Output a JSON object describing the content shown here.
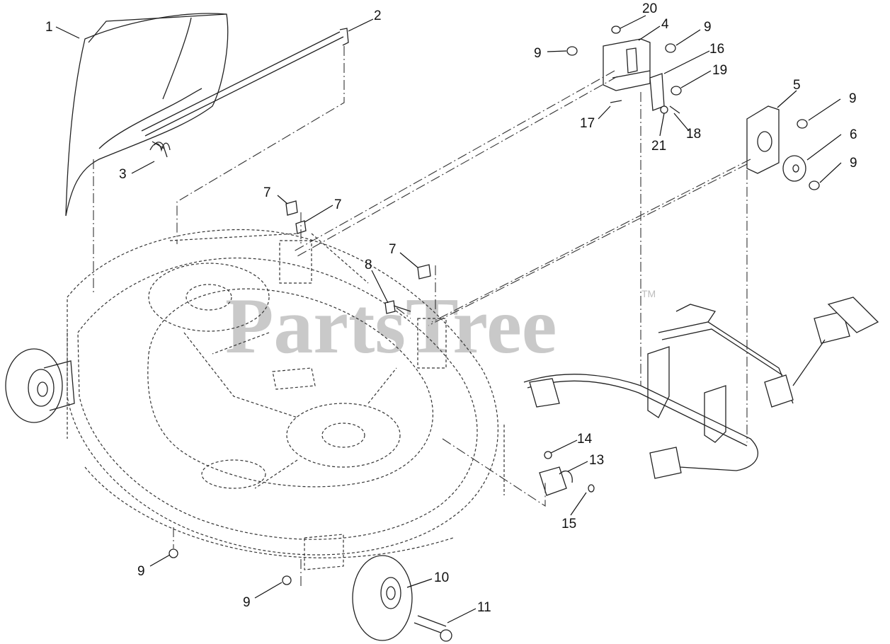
{
  "watermark": {
    "text": "PartsTree",
    "trademark": "TM"
  },
  "callouts": [
    "1",
    "2",
    "3",
    "4",
    "5",
    "6",
    "7",
    "8",
    "9",
    "10",
    "11",
    "13",
    "14",
    "15",
    "16",
    "17",
    "18",
    "19",
    "20",
    "21"
  ]
}
